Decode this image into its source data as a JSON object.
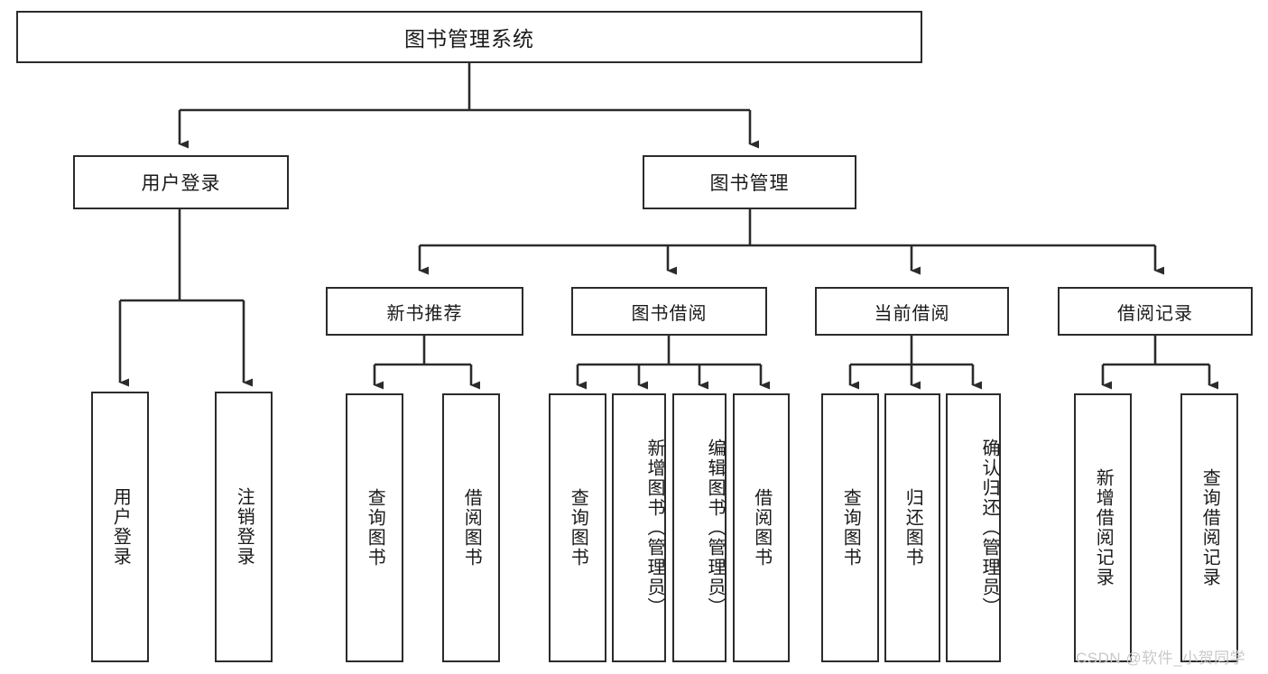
{
  "diagram": {
    "title": "图书管理系统",
    "type": "functional-structure-tree",
    "root": {
      "label": "图书管理系统"
    },
    "level2": [
      {
        "label": "用户登录"
      },
      {
        "label": "图书管理"
      }
    ],
    "level3": [
      {
        "label": "新书推荐"
      },
      {
        "label": "图书借阅"
      },
      {
        "label": "当前借阅"
      },
      {
        "label": "借阅记录"
      }
    ],
    "leaves": {
      "user_login": [
        {
          "label": "用户登录"
        },
        {
          "label": "注销登录"
        }
      ],
      "new_book_recommend": [
        {
          "label": "查询图书"
        },
        {
          "label": "借阅图书"
        }
      ],
      "book_borrow": [
        {
          "label": "查询图书"
        },
        {
          "label": "新增图书（管理员）"
        },
        {
          "label": "编辑图书（管理员）"
        },
        {
          "label": "借阅图书"
        }
      ],
      "current_borrow": [
        {
          "label": "查询图书"
        },
        {
          "label": "归还图书"
        },
        {
          "label": "确认归还（管理员）"
        }
      ],
      "borrow_record": [
        {
          "label": "新增借阅记录"
        },
        {
          "label": "查询借阅记录"
        }
      ]
    }
  },
  "watermark": {
    "text": "CSDN @软件_小贺同学"
  },
  "colors": {
    "border": "#2b2b2b",
    "text": "#1a1a1a",
    "background": "#ffffff",
    "connector": "#2b2b2b",
    "watermark": "#c9c9c9"
  }
}
